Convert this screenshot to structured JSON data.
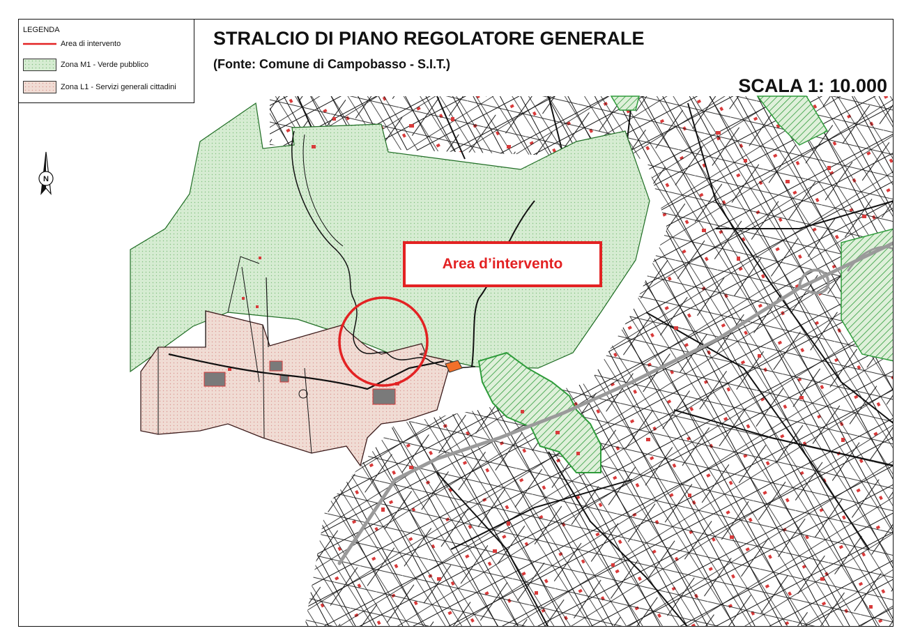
{
  "header": {
    "title": "STRALCIO DI PIANO REGOLATORE GENERALE",
    "subtitle": "(Fonte: Comune di Campobasso - S.I.T.)",
    "scale": "SCALA 1: 10.000"
  },
  "legend": {
    "title": "LEGENDA",
    "items": [
      {
        "label": "Area di intervento",
        "symbol": "line",
        "color": "#e32223"
      },
      {
        "label": "Zona M1 - Verde pubblico",
        "symbol": "fill",
        "color": "#d6ecd2",
        "dot_color": "#3a9a3a"
      },
      {
        "label": "Zona L1 - Servizi generali cittadini",
        "symbol": "fill",
        "color": "#f0dcd4",
        "dot_color": "#d04040"
      }
    ]
  },
  "map": {
    "callout_label": "Area d’intervento",
    "colors": {
      "green_zone": "#d6ecd2",
      "pink_zone": "#f0dcd4",
      "hatch_green": "#2e9b3a",
      "highlight_red": "#e32223",
      "road": "#9a9a9a",
      "building": "#d83a3a"
    },
    "icons": [
      "north-arrow-icon"
    ]
  }
}
